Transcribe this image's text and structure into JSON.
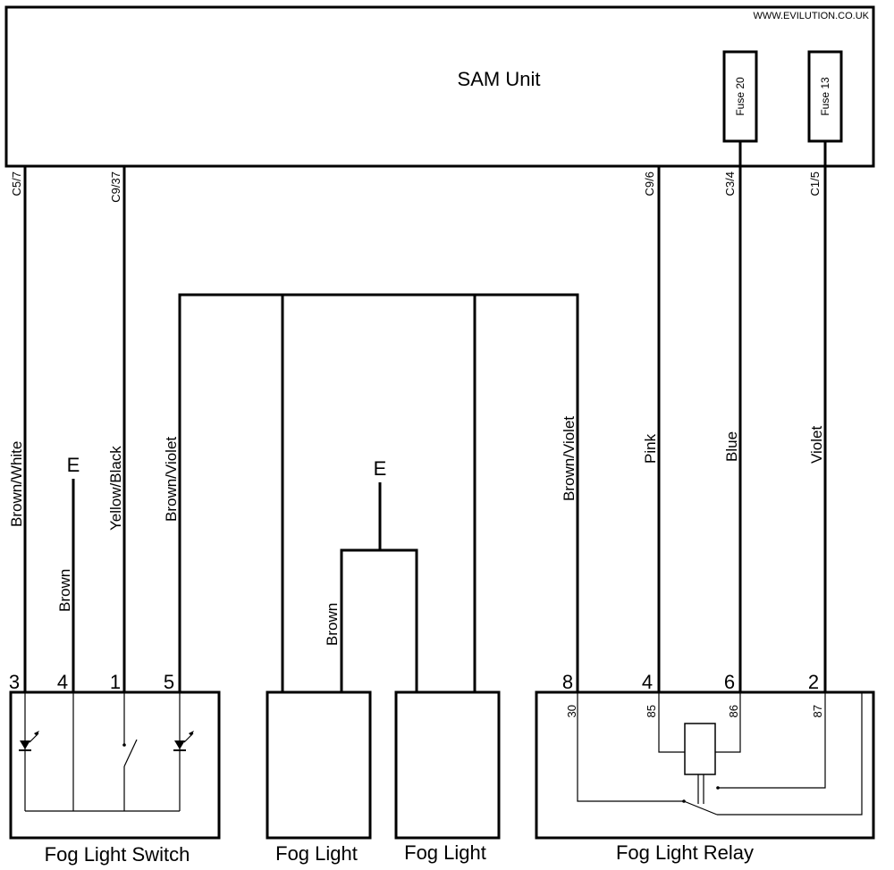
{
  "watermark": "WWW.EVILUTION.CO.UK",
  "sam_unit": {
    "title": "SAM Unit",
    "fuses": [
      "Fuse 20",
      "Fuse 13"
    ]
  },
  "sam_connectors": [
    "C5/7",
    "C9/37",
    "C9/6",
    "C3/4",
    "C1/5"
  ],
  "wires": {
    "brown_white": "Brown/White",
    "brown": "Brown",
    "yellow_black": "Yellow/Black",
    "brown_violet": "Brown/Violet",
    "pink": "Pink",
    "blue": "Blue",
    "violet": "Violet"
  },
  "earth": "E",
  "switch_pins": [
    "3",
    "4",
    "1",
    "5"
  ],
  "relay_pins": [
    "8",
    "4",
    "6",
    "2"
  ],
  "relay_terminals": [
    "30",
    "85",
    "86",
    "87"
  ],
  "components": {
    "switch": "Fog Light Switch",
    "fog_light": "Fog Light",
    "relay": "Fog Light Relay"
  }
}
